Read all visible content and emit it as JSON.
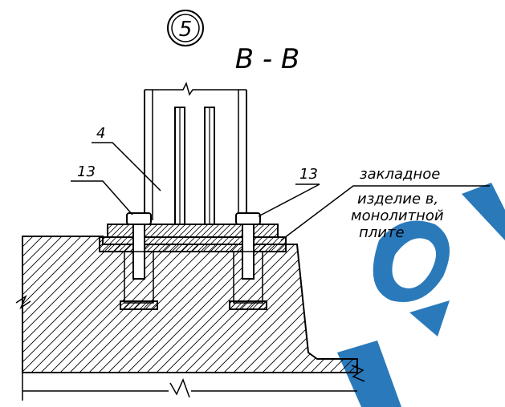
{
  "sheet": {
    "circle_number": "5",
    "section_title": "В - В"
  },
  "callouts": {
    "part_4": "4",
    "part_13_left": "13",
    "part_13_right": "13",
    "embedded_line1": "закладное",
    "embedded_line2": "изделие в,",
    "embedded_line3": "монолитной",
    "embedded_line4": "плите"
  },
  "watermark": {
    "color": "#1f73b7"
  }
}
